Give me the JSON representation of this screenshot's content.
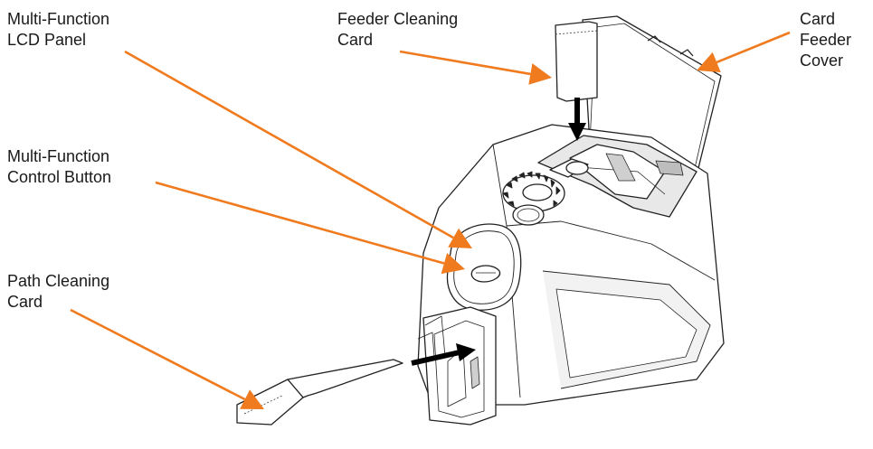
{
  "labels": {
    "lcd_panel": [
      "Multi-Function",
      "LCD Panel"
    ],
    "control_button": [
      "Multi-Function",
      "Control Button"
    ],
    "path_card": [
      "Path Cleaning",
      "Card"
    ],
    "feeder_card": [
      "Feeder Cleaning",
      "Card"
    ],
    "feeder_cover": [
      "Card",
      "Feeder",
      "Cover"
    ]
  },
  "colors": {
    "callout": "#f07a1e",
    "outline": "#222222",
    "body": "#ffffff",
    "shade": "#d4d4d4"
  }
}
